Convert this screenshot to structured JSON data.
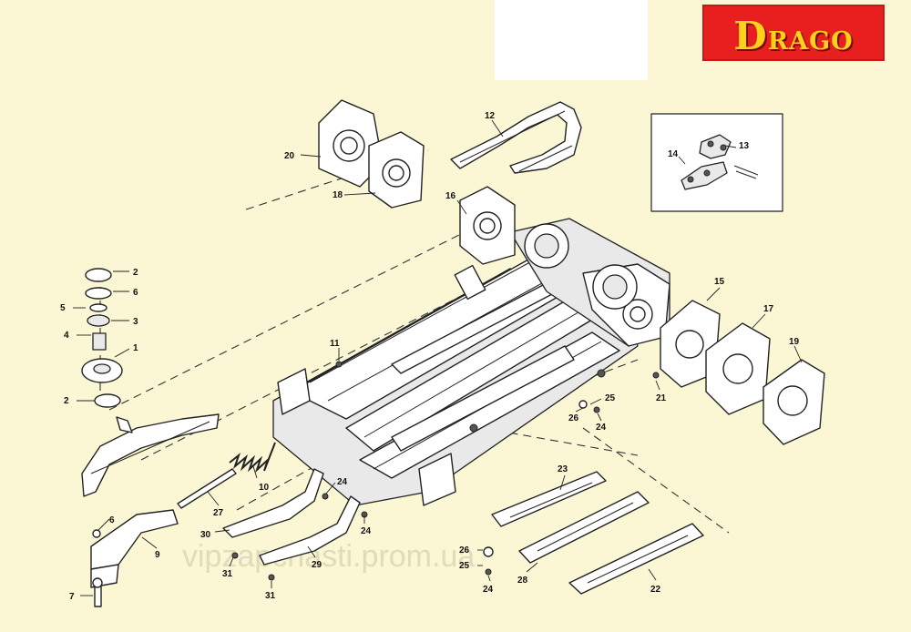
{
  "logo": {
    "initial": "D",
    "rest": "RAGO"
  },
  "watermark": "vipzapchasti.prom.ua",
  "callouts": [
    {
      "id": "c-20",
      "text": "20"
    },
    {
      "id": "c-18a",
      "text": "18"
    },
    {
      "id": "c-12",
      "text": "12"
    },
    {
      "id": "c-16",
      "text": "16"
    },
    {
      "id": "c-14",
      "text": "14"
    },
    {
      "id": "c-13",
      "text": "13"
    },
    {
      "id": "c-2a",
      "text": "2"
    },
    {
      "id": "c-6a",
      "text": "6"
    },
    {
      "id": "c-5",
      "text": "5"
    },
    {
      "id": "c-3",
      "text": "3"
    },
    {
      "id": "c-4",
      "text": "4"
    },
    {
      "id": "c-1",
      "text": "1"
    },
    {
      "id": "c-2b",
      "text": "2"
    },
    {
      "id": "c-11",
      "text": "11"
    },
    {
      "id": "c-15",
      "text": "15"
    },
    {
      "id": "c-17",
      "text": "17"
    },
    {
      "id": "c-19",
      "text": "19"
    },
    {
      "id": "c-21",
      "text": "21"
    },
    {
      "id": "c-25a",
      "text": "25"
    },
    {
      "id": "c-26a",
      "text": "26"
    },
    {
      "id": "c-24a",
      "text": "24"
    },
    {
      "id": "c-10",
      "text": "10"
    },
    {
      "id": "c-27",
      "text": "27"
    },
    {
      "id": "c-24b",
      "text": "24"
    },
    {
      "id": "c-24c",
      "text": "24"
    },
    {
      "id": "c-6b",
      "text": "6"
    },
    {
      "id": "c-30",
      "text": "30"
    },
    {
      "id": "c-9",
      "text": "9"
    },
    {
      "id": "c-31a",
      "text": "31"
    },
    {
      "id": "c-29",
      "text": "29"
    },
    {
      "id": "c-31b",
      "text": "31"
    },
    {
      "id": "c-7",
      "text": "7"
    },
    {
      "id": "c-23",
      "text": "23"
    },
    {
      "id": "c-26b",
      "text": "26"
    },
    {
      "id": "c-25b",
      "text": "25"
    },
    {
      "id": "c-24d",
      "text": "24"
    },
    {
      "id": "c-28",
      "text": "28"
    },
    {
      "id": "c-22",
      "text": "22"
    }
  ]
}
